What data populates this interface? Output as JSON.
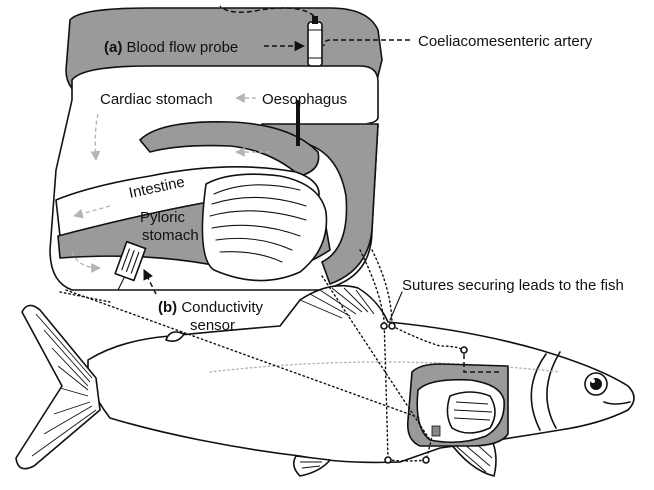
{
  "labels": {
    "probe_letter": "(a)",
    "probe_text": "Blood flow probe",
    "artery": "Coeliacomesenteric artery",
    "cardiac": "Cardiac stomach",
    "oesophagus": "Oesophagus",
    "intestine": "Intestine",
    "pyloric_1": "Pyloric",
    "pyloric_2": "stomach",
    "sensor_letter": "(b)",
    "sensor_1": "Conductivity",
    "sensor_2": "sensor",
    "sutures": "Sutures securing leads to the fish"
  },
  "colors": {
    "tissue_grey": "#9a9a9a",
    "flow_arrow_grey": "#b5b5b5",
    "outline": "#111111"
  }
}
